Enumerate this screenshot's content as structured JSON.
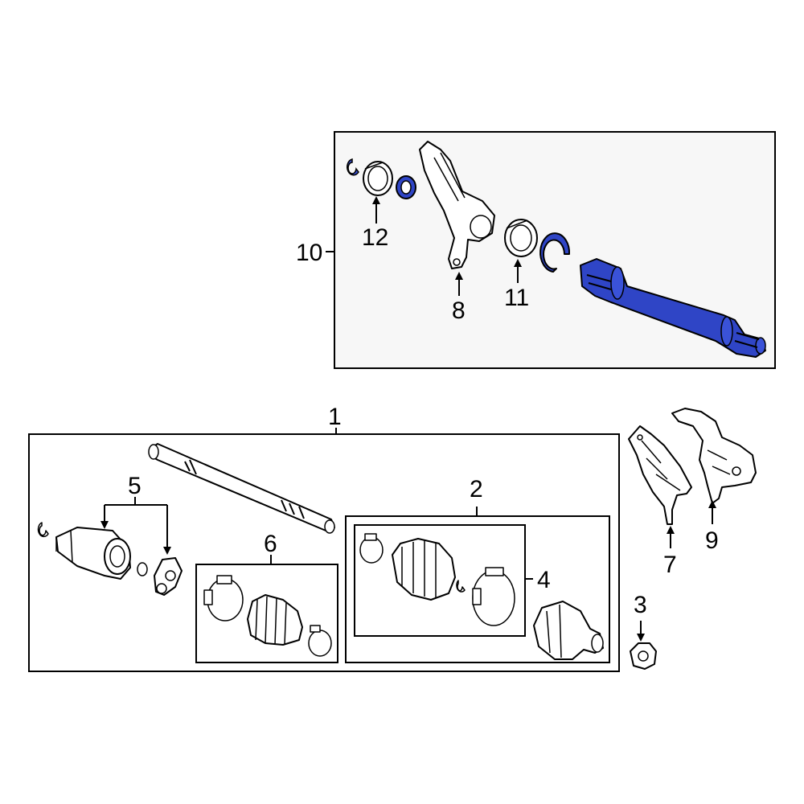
{
  "callouts": {
    "c1": "1",
    "c2": "2",
    "c3": "3",
    "c4": "4",
    "c5": "5",
    "c6": "6",
    "c7": "7",
    "c8": "8",
    "c9": "9",
    "c10": "10",
    "c11": "11",
    "c12": "12"
  },
  "colors": {
    "highlight": "#2f45c6",
    "line": "#000000",
    "background": "#ffffff",
    "panel": "#f7f7f7"
  }
}
